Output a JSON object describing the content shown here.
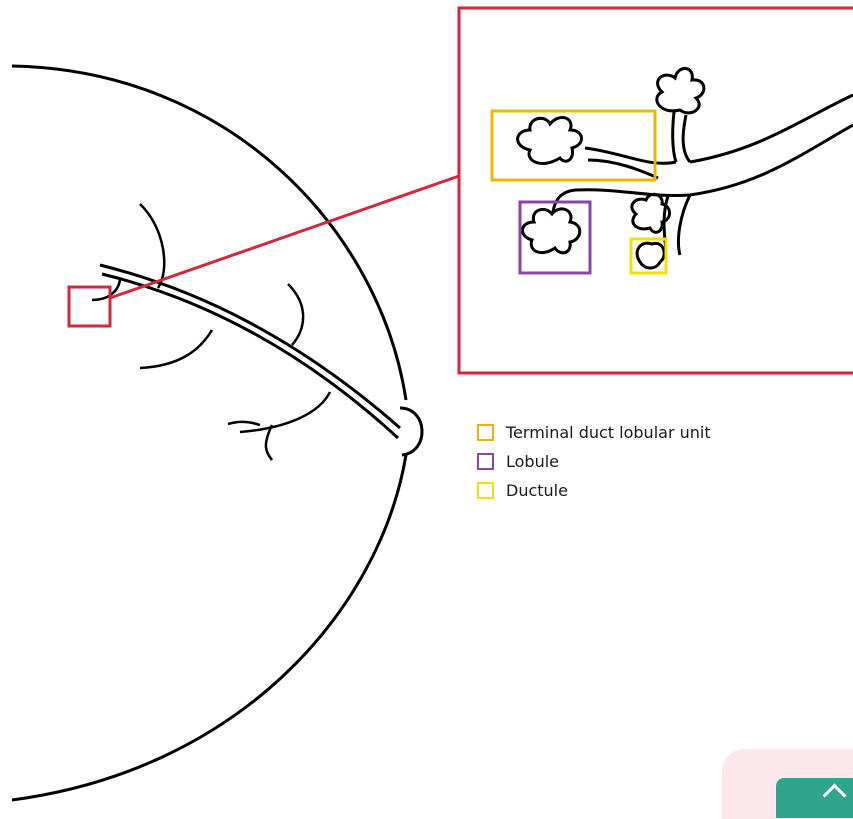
{
  "colors": {
    "outline": "#000000",
    "callout": "#d2283c",
    "tdlu": "#f0b400",
    "lobule": "#8b44a8",
    "ductule": "#f2e000",
    "corner_bg": "#fce8ec",
    "corner_button": "#2fa58d"
  },
  "legend": {
    "items": [
      {
        "key": "tdlu",
        "label": "Terminal duct lobular unit"
      },
      {
        "key": "lobule",
        "label": "Lobule"
      },
      {
        "key": "ductule",
        "label": "Ductule"
      }
    ]
  },
  "icons": {
    "corner_button": "chevron-up-icon"
  }
}
